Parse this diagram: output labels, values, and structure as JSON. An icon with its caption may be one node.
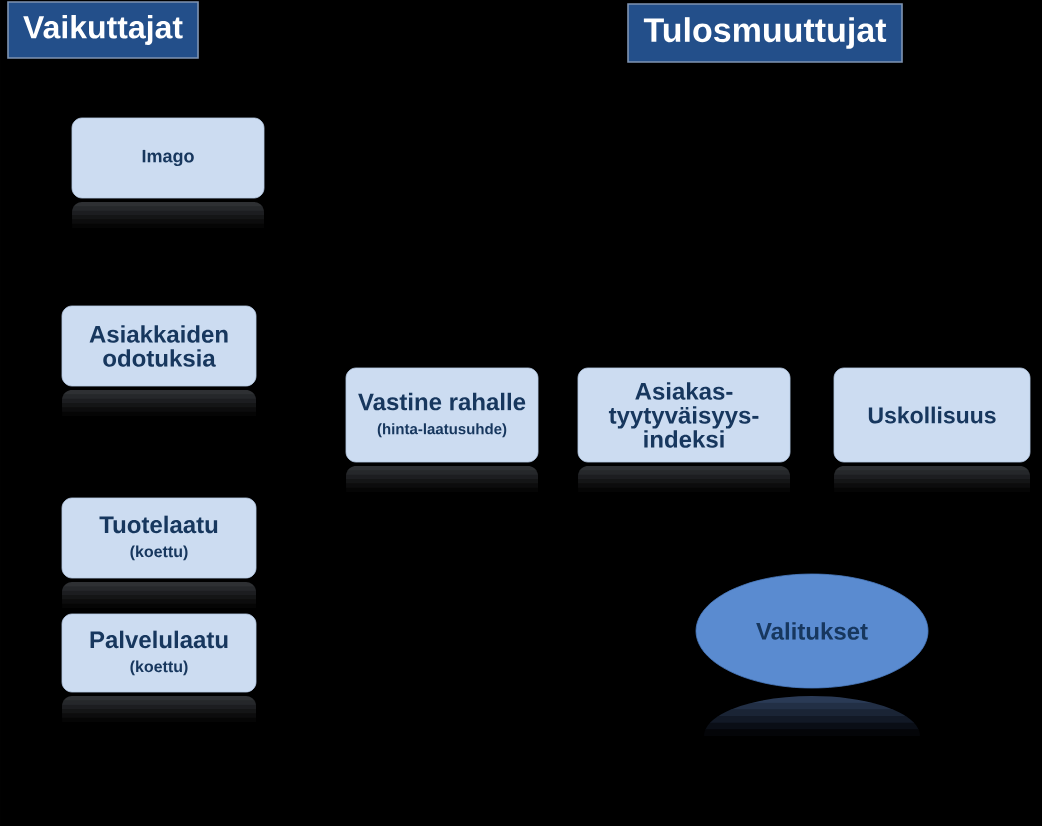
{
  "diagram": {
    "nodes": [
      {
        "text": [
          "Vaikuttajat"
        ]
      },
      {
        "text": [
          "Tulosmuuttujat"
        ]
      },
      {
        "text": [
          "Imago"
        ]
      },
      {
        "text": [
          "Asiakkaiden odotuksia"
        ]
      },
      {
        "text": [
          "Vastine rahalle",
          "(hinta-laatusuhde)"
        ]
      },
      {
        "text": [
          "Asiakas-tyytyväisyys-indeksi"
        ]
      },
      {
        "text": [
          "Uskollisuus"
        ]
      },
      {
        "text": [
          "Tuotelaatu",
          "(koettu)"
        ]
      },
      {
        "text": [
          "Palvelulaatu",
          "(koettu)"
        ]
      },
      {
        "text": [
          "Valitukset"
        ]
      }
    ]
  }
}
